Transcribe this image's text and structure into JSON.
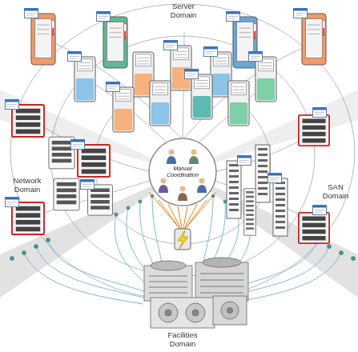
{
  "diagram": {
    "nodes": [
      {
        "text": [
          "Manual Coordination"
        ]
      }
    ],
    "labels": [
      "Server Domain",
      "Network Domain",
      "SAN Domain",
      "Facilities Domain"
    ]
  }
}
